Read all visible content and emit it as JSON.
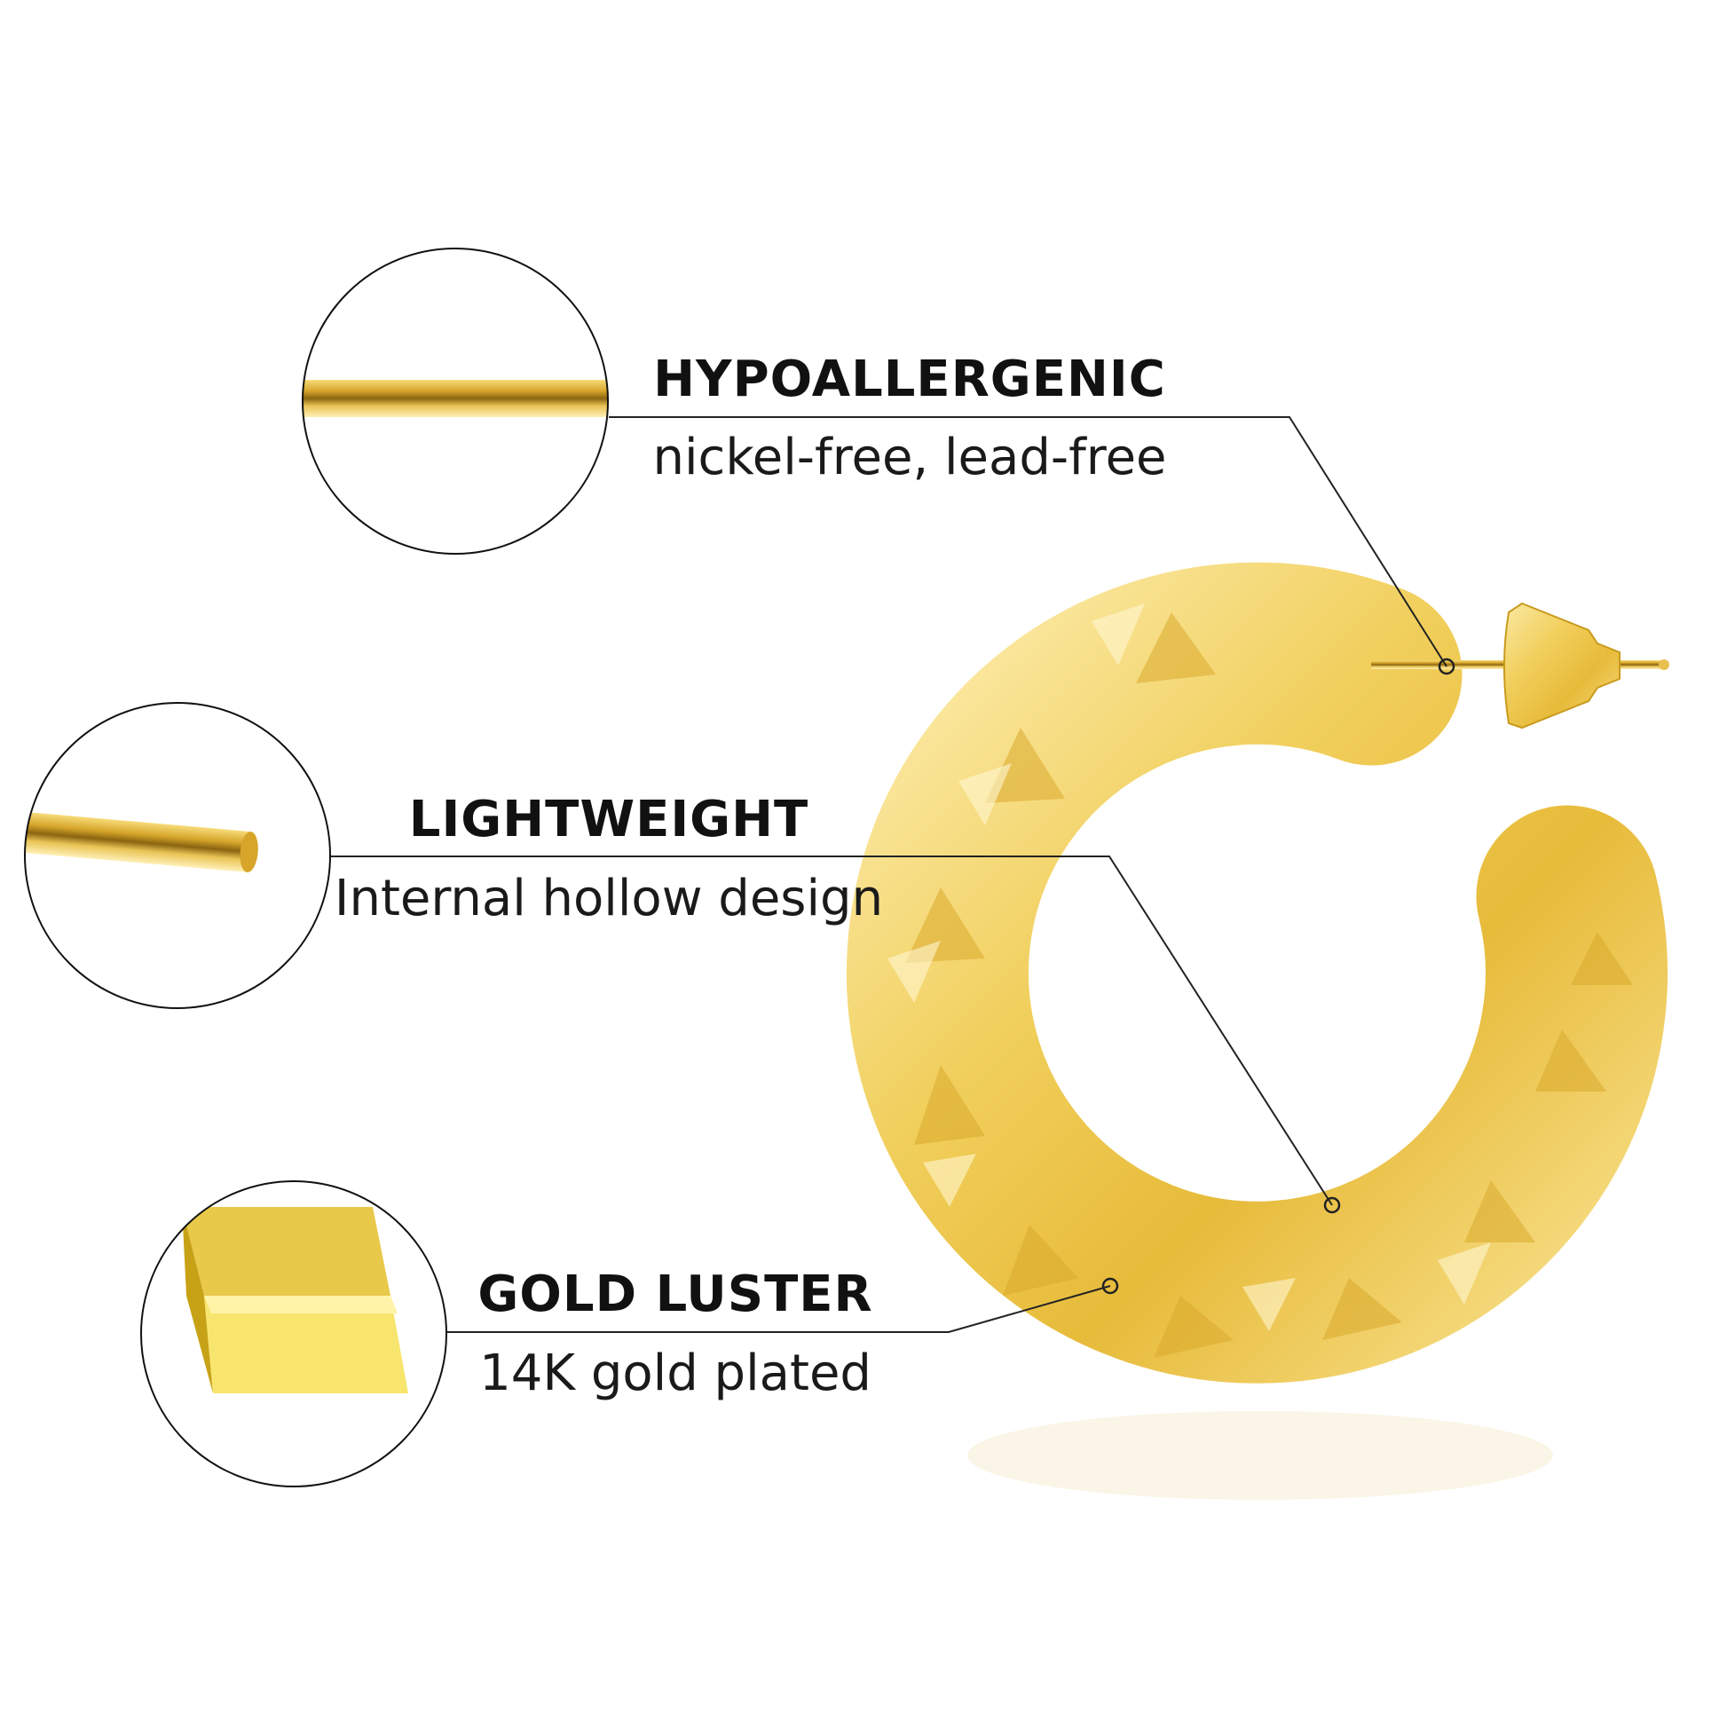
{
  "features": [
    {
      "title": "HYPOALLERGENIC",
      "subtitle": "nickel-free, lead-free"
    },
    {
      "title": "LIGHTWEIGHT",
      "subtitle": "Internal hollow design"
    },
    {
      "title": "GOLD LUSTER",
      "subtitle": "14K gold plated"
    }
  ],
  "colors": {
    "gold_light": "#fbe79a",
    "gold_mid": "#eec64a",
    "gold_dark": "#c99a1c",
    "line": "#222222"
  }
}
